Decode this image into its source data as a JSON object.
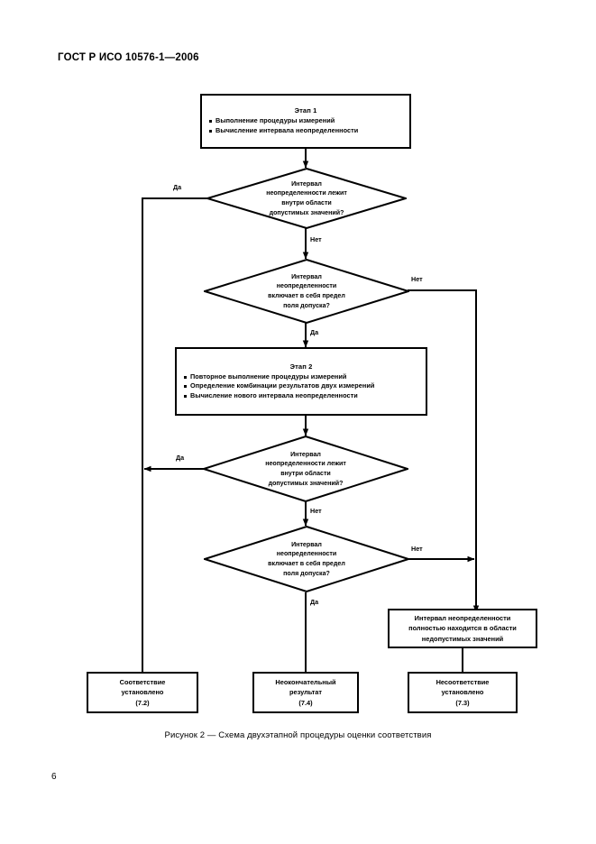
{
  "document": {
    "header": "ГОСТ Р ИСО 10576-1—2006",
    "page_number": "6",
    "figure_caption": "Рисунок 2 — Схема двухэтапной процедуры оценки соответствия"
  },
  "flowchart": {
    "stage1": {
      "title": "Этап 1",
      "bullets": [
        "Выполнение процедуры измерений",
        "Вычисление интервала неопределенности"
      ]
    },
    "stage2": {
      "title": "Этап 2",
      "bullets": [
        "Повторное выполнение процедуры измерений",
        "Определение комбинации результатов двух измерений",
        "Вычисление нового интервала неопределенности"
      ]
    },
    "decision1": {
      "lines": [
        "Интервал",
        "неопределенности лежит",
        "внутри области",
        "допустимых значений?"
      ]
    },
    "decision2": {
      "lines": [
        "Интервал",
        "неопределенности",
        "включает в себя предел",
        "поля допуска?"
      ]
    },
    "decision3": {
      "lines": [
        "Интервал",
        "неопределенности лежит",
        "внутри области",
        "допустимых значений?"
      ]
    },
    "decision4": {
      "lines": [
        "Интервал",
        "неопределенности",
        "включает в себя предел",
        "поля допуска?"
      ]
    },
    "note_out_of_spec": {
      "lines": [
        "Интервал неопределенности",
        "полностью находится в области",
        "недопустимых значений"
      ]
    },
    "result_conform": {
      "lines": [
        "Соответствие",
        "установлено",
        "(7.2)"
      ]
    },
    "result_inconclusive": {
      "lines": [
        "Неокончательный",
        "результат",
        "(7.4)"
      ]
    },
    "result_nonconform": {
      "lines": [
        "Несоответствие",
        "установлено",
        "(7.3)"
      ]
    },
    "edge_labels": {
      "yes_1": "Да",
      "no_1": "Нет",
      "no_2": "Нет",
      "yes_2": "Да",
      "yes_3": "Да",
      "no_3": "Нет",
      "no_4": "Нет",
      "yes_4": "Да"
    },
    "colors": {
      "stroke": "#000000",
      "fill": "#ffffff"
    }
  }
}
